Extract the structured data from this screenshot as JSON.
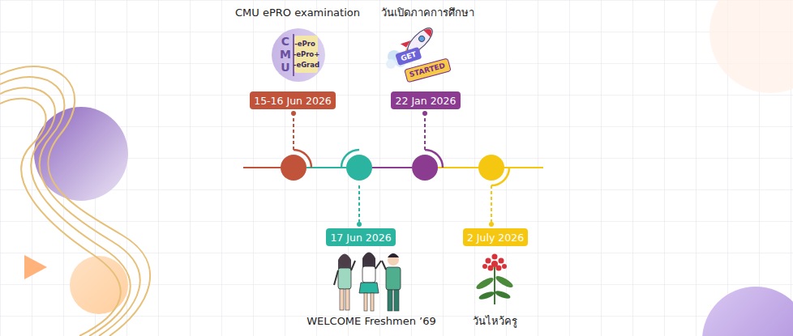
{
  "diagram": {
    "nodes": [
      {
        "text": [
          "15-16 Jun 2026"
        ]
      },
      {
        "text": [
          "17 Jun 2026"
        ]
      },
      {
        "text": [
          "22 Jan 2026"
        ]
      },
      {
        "text": [
          "2 July 2026"
        ]
      }
    ],
    "labels": [
      "CMU ePRO examination",
      "C",
      "M",
      "U",
      "-ePro",
      "-ePro+",
      "-eGrad",
      "วันเปิดภาคการศึกษา",
      "GET",
      "STARTED",
      "WELCOME Freshmen ’69",
      "วันไหว้ครู"
    ]
  }
}
